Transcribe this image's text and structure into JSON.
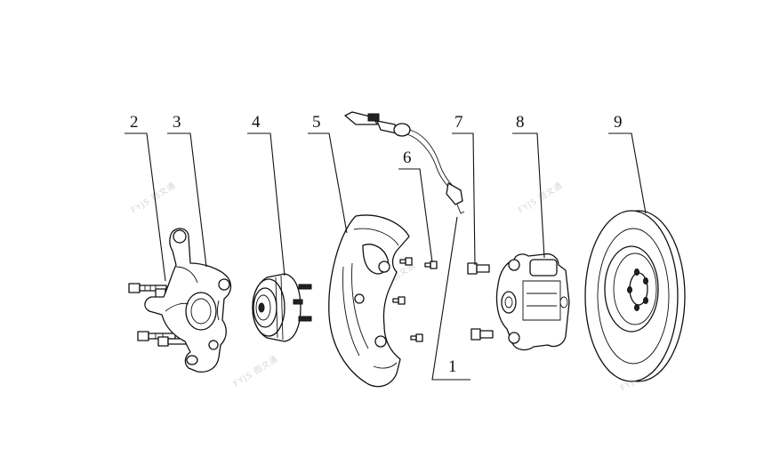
{
  "diagram": {
    "callouts": [
      {
        "id": "1",
        "label": "1"
      },
      {
        "id": "2",
        "label": "2"
      },
      {
        "id": "3",
        "label": "3"
      },
      {
        "id": "4",
        "label": "4"
      },
      {
        "id": "5",
        "label": "5"
      },
      {
        "id": "6",
        "label": "6"
      },
      {
        "id": "7",
        "label": "7"
      },
      {
        "id": "8",
        "label": "8"
      },
      {
        "id": "9",
        "label": "9"
      }
    ],
    "watermarks": [
      "FYJS 图文通",
      "FYJS 图文通",
      "FYJS 图文通",
      "FYJS 图文通",
      "FYJS 图文通"
    ]
  }
}
